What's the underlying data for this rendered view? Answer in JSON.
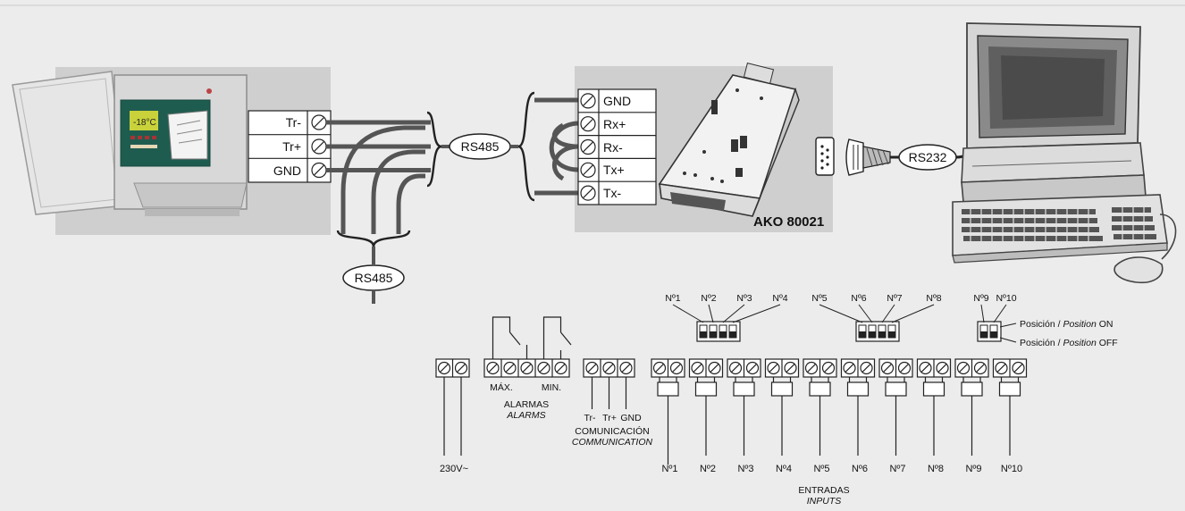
{
  "controller": {
    "terminals": [
      "Tr-",
      "Tr+",
      "GND"
    ]
  },
  "converter": {
    "terminals": [
      "GND",
      "Rx+",
      "Rx-",
      "Tx+",
      "Tx-"
    ],
    "model": "AKO 80021"
  },
  "bus_labels": {
    "rs485_center": "RS485",
    "rs485_bottom": "RS485",
    "rs232": "RS232"
  },
  "power": {
    "label": "230V~"
  },
  "alarms": {
    "max": "MÁX.",
    "min": "MIN.",
    "title_es": "ALARMAS",
    "title_en": "ALARMS"
  },
  "communication": {
    "terminals": [
      "Tr-",
      "Tr+",
      "GND"
    ],
    "title_es": "COMUNICACIÓN",
    "title_en": "COMMUNICATION"
  },
  "dip_switches": {
    "group1": [
      "Nº1",
      "Nº2",
      "Nº3",
      "Nº4"
    ],
    "group2": [
      "Nº5",
      "Nº6",
      "Nº7",
      "Nº8"
    ],
    "group3": [
      "Nº9",
      "Nº10"
    ],
    "on_prefix": "Posición / ",
    "on_italic": "Position",
    "on_suffix": " ON",
    "off_prefix": "Posición / ",
    "off_italic": "Position",
    "off_suffix": " OFF"
  },
  "inputs": {
    "labels": [
      "Nº1",
      "Nº2",
      "Nº3",
      "Nº4",
      "Nº5",
      "Nº6",
      "Nº7",
      "Nº8",
      "Nº9",
      "Nº10"
    ],
    "title_es": "ENTRADAS",
    "title_en": "INPUTS"
  },
  "colors": {
    "background": "#ececec",
    "panel": "#cfcfcf",
    "wire": "#555555",
    "line": "#222222"
  }
}
